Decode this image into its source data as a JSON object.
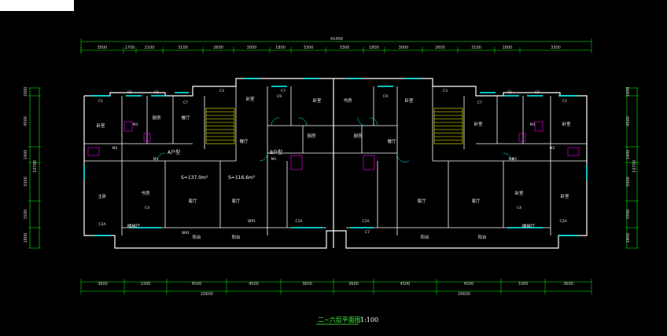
{
  "drawing": {
    "title": "二~六层平面图",
    "scale": "1:100",
    "total_top": "41400",
    "top_dims": [
      "3500",
      "1700",
      "2100",
      "3100",
      "2600",
      "3000",
      "1800",
      "3300",
      "3300",
      "1800",
      "3000",
      "2600",
      "3100",
      "1800",
      "3300"
    ],
    "bottom_totals": [
      "20600",
      "20600"
    ],
    "bottom_dims": [
      "3600",
      "3300",
      "4500",
      "4500",
      "3600",
      "3600",
      "4500",
      "4500",
      "3300",
      "3600"
    ],
    "left_dims": [
      "1000",
      "4500",
      "1400",
      "3300",
      "1500",
      "1800"
    ],
    "left_total": "10700",
    "right_dims": [
      "1000",
      "4500",
      "1400",
      "3300",
      "1500",
      "1800"
    ],
    "right_total": "10700",
    "rooms": [
      "卧室",
      "厨房",
      "餐厅",
      "客厅",
      "阳台",
      "书房",
      "主卧",
      "卧室",
      "卧室",
      "厨房",
      "餐厅",
      "客厅",
      "阳台",
      "书房",
      "卧室",
      "厨房",
      "卧室",
      "卧室",
      "客厅",
      "客厅",
      "卧室",
      "卧室",
      "餐厅",
      "阳台",
      "阳台",
      "楼梯厅",
      "楼梯厅"
    ],
    "unit_labels": [
      "A户型",
      "B户型"
    ],
    "areas": [
      "S=137.0m²",
      "S=116.6m²"
    ],
    "tags": [
      "C1",
      "C5",
      "C5",
      "C7",
      "C3",
      "C9",
      "C9",
      "C3",
      "C7",
      "C5",
      "C6",
      "C1",
      "M3",
      "M2",
      "M1",
      "M1",
      "M3",
      "M2",
      "M1",
      "C4",
      "C4",
      "C2A",
      "C2A",
      "C7",
      "BM1",
      "BM1",
      "M2",
      "C2A",
      "C2A",
      "C7"
    ]
  },
  "colors": {
    "wall": "#ffffff",
    "dimension": "#00ff00",
    "window": "#00ffff",
    "stair": "#ffff00",
    "fixture": "#ff00ff"
  }
}
